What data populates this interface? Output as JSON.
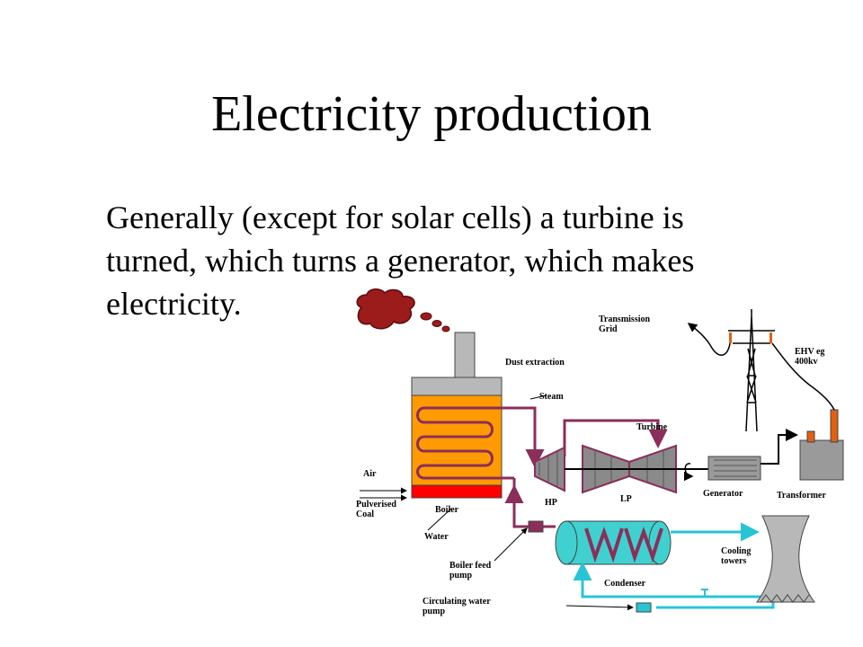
{
  "slide": {
    "title": "Electricity production",
    "body": "Generally (except for solar cells) a turbine is turned, which turns a generator, which makes electricity."
  },
  "diagram": {
    "labels": {
      "transmission_line1": "Transmission",
      "transmission_line2": "Grid",
      "ehv_line1": "EHV eg",
      "ehv_line2": "400kv",
      "dust_extraction": "Dust extraction",
      "steam": "Steam",
      "turbine": "Turbine",
      "air": "Air",
      "pulverised_line1": "Pulverised",
      "pulverised_line2": "Coal",
      "boiler": "Boiler",
      "hp": "HP",
      "lp": "LP",
      "generator": "Generator",
      "transformer": "Transformer",
      "water": "Water",
      "boiler_feed_line1": "Boiler feed",
      "boiler_feed_line2": "pump",
      "condenser": "Condenser",
      "cooling_line1": "Cooling",
      "cooling_line2": "towers",
      "circ_line1": "Circulating water",
      "circ_line2": "pump"
    },
    "colors": {
      "smoke": "#9c1b1b",
      "boiler": "#ff9a00",
      "firebox": "#ff0000",
      "steam_pipe": "#8b2e5a",
      "turbine": "#7a7a7a",
      "condenser": "#40d0d0",
      "cooling_water": "#29c4d4",
      "hv_wire": "#e06010",
      "gray": "#b8b8b8"
    },
    "icons": [
      "smoke-cloud-icon",
      "pylon-icon",
      "coupling-arrow-icon"
    ]
  }
}
